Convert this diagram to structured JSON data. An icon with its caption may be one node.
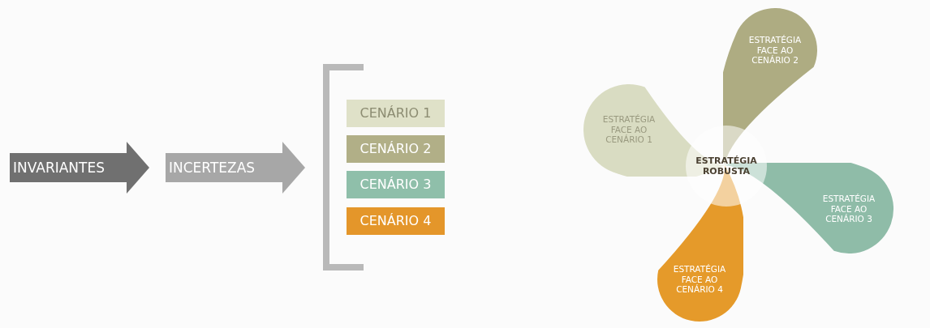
{
  "diagram": {
    "nodes": [
      {
        "text": [
          "INVARIANTES"
        ]
      },
      {
        "text": [
          "INCERTEZAS"
        ]
      },
      {
        "text": [
          "CENÁRIO 1"
        ]
      },
      {
        "text": [
          "CENÁRIO 2"
        ]
      },
      {
        "text": [
          "CENÁRIO 3"
        ]
      },
      {
        "text": [
          "CENÁRIO 4"
        ]
      },
      {
        "text": [
          "ESTRATÉGIA FACE AO CENÁRIO 2"
        ]
      },
      {
        "text": [
          "ESTRATÉGIA FACE AO CENÁRIO 1"
        ]
      },
      {
        "text": [
          "ESTRATÉGIA ROBUSTA"
        ]
      },
      {
        "text": [
          "ESTRATÉGIA FACE AO CENÁRIO 3"
        ]
      },
      {
        "text": [
          "ESTRATÉGIA FACE AO CENÁRIO 4"
        ]
      }
    ]
  }
}
